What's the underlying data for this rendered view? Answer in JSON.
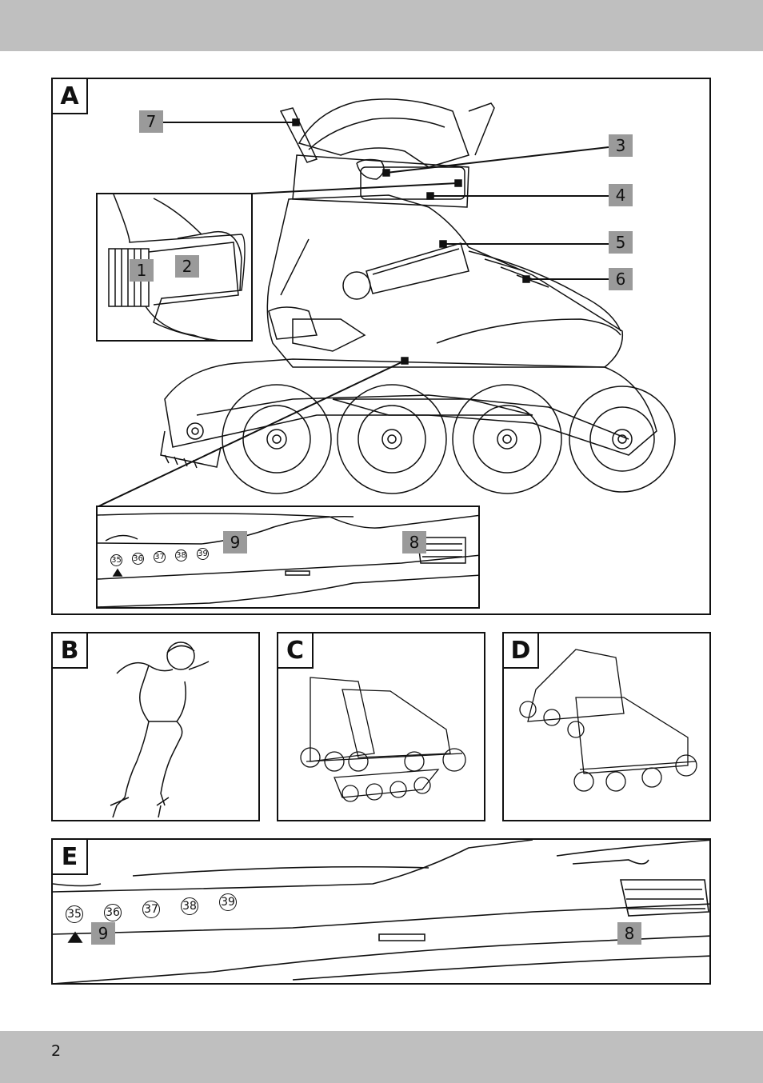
{
  "page": {
    "number": "2"
  },
  "figures": {
    "A": {
      "letter": "A",
      "callouts": [
        "1",
        "2",
        "3",
        "4",
        "5",
        "6",
        "7",
        "8",
        "9"
      ],
      "size_marks": [
        "35",
        "36",
        "37",
        "38",
        "39"
      ]
    },
    "B": {
      "letter": "B"
    },
    "C": {
      "letter": "C"
    },
    "D": {
      "letter": "D"
    },
    "E": {
      "letter": "E",
      "callouts": [
        "8",
        "9"
      ],
      "size_marks": [
        "35",
        "36",
        "37",
        "38",
        "39"
      ]
    }
  }
}
